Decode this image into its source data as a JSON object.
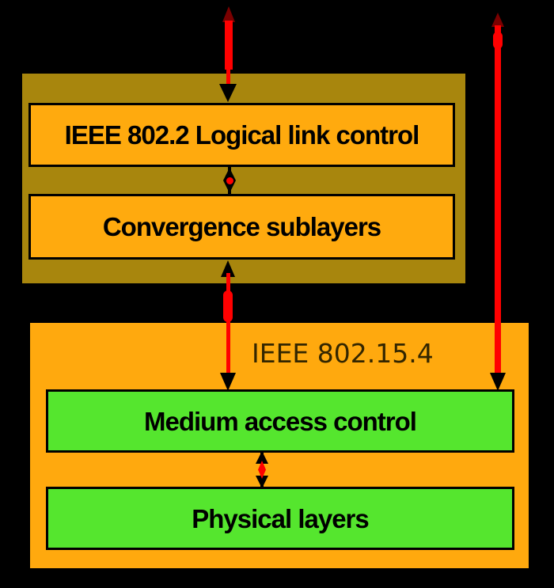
{
  "colors": {
    "background": "#000000",
    "upper_group_fill": "#A8860D",
    "orange_box_fill": "#FFAA0E",
    "lower_group_fill": "#FFA90E",
    "green_box_fill": "#55E62E",
    "box_border": "#000000",
    "arrow_red": "#FF0000",
    "arrow_dark_red": "#7A0000",
    "arrow_black": "#000000",
    "group_label_text": "#332600",
    "label_text": "#000000"
  },
  "upper_group": {
    "boxes": [
      {
        "label": "IEEE 802.2 Logical link control"
      },
      {
        "label": "Convergence sublayers"
      }
    ]
  },
  "lower_group": {
    "label": "IEEE 802.15.4",
    "boxes": [
      {
        "label": "Medium access control"
      },
      {
        "label": "Physical layers"
      }
    ]
  },
  "arrows": [
    {
      "name": "top-to-llc"
    },
    {
      "name": "top-to-mac-right"
    },
    {
      "name": "llc-convergence-double"
    },
    {
      "name": "convergence-to-mac"
    },
    {
      "name": "mac-phy-double"
    }
  ]
}
